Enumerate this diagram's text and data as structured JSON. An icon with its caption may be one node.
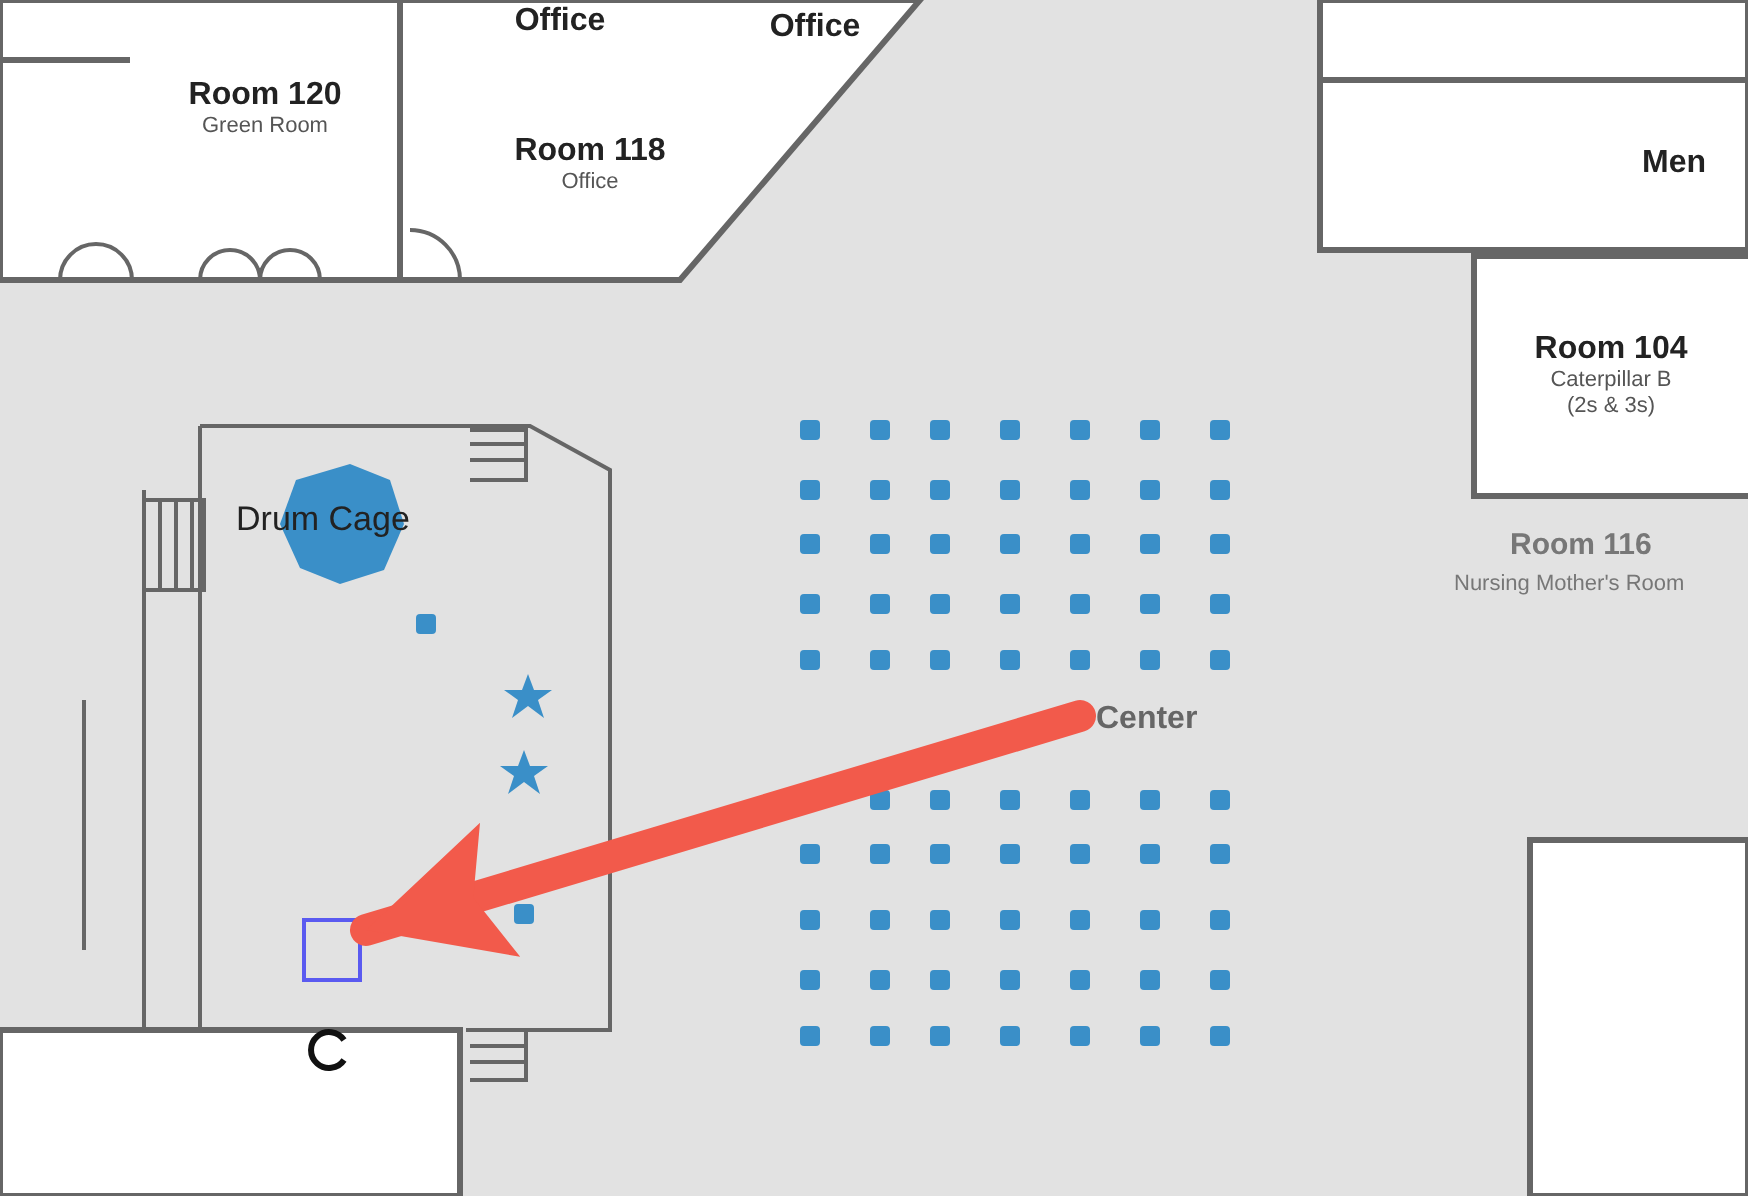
{
  "diagram": {
    "nodes": [
      {
        "text": [
          "Office"
        ]
      },
      {
        "text": [
          "Office"
        ]
      },
      {
        "text": [
          "Room 120",
          "Green Room"
        ]
      },
      {
        "text": [
          "Room 118",
          "Office"
        ]
      },
      {
        "text": [
          "Men"
        ]
      },
      {
        "text": [
          "Room 104",
          "Caterpillar B",
          "(2s & 3s)"
        ]
      },
      {
        "text": [],
        "shape": "box"
      }
    ],
    "edges": [
      {
        "from": null,
        "to": 6,
        "arrow": "to",
        "color": "#f25a4b"
      }
    ],
    "labels": [
      "Room 116",
      "Nursing Mother's Room",
      "Drum Cage",
      "Center"
    ]
  }
}
